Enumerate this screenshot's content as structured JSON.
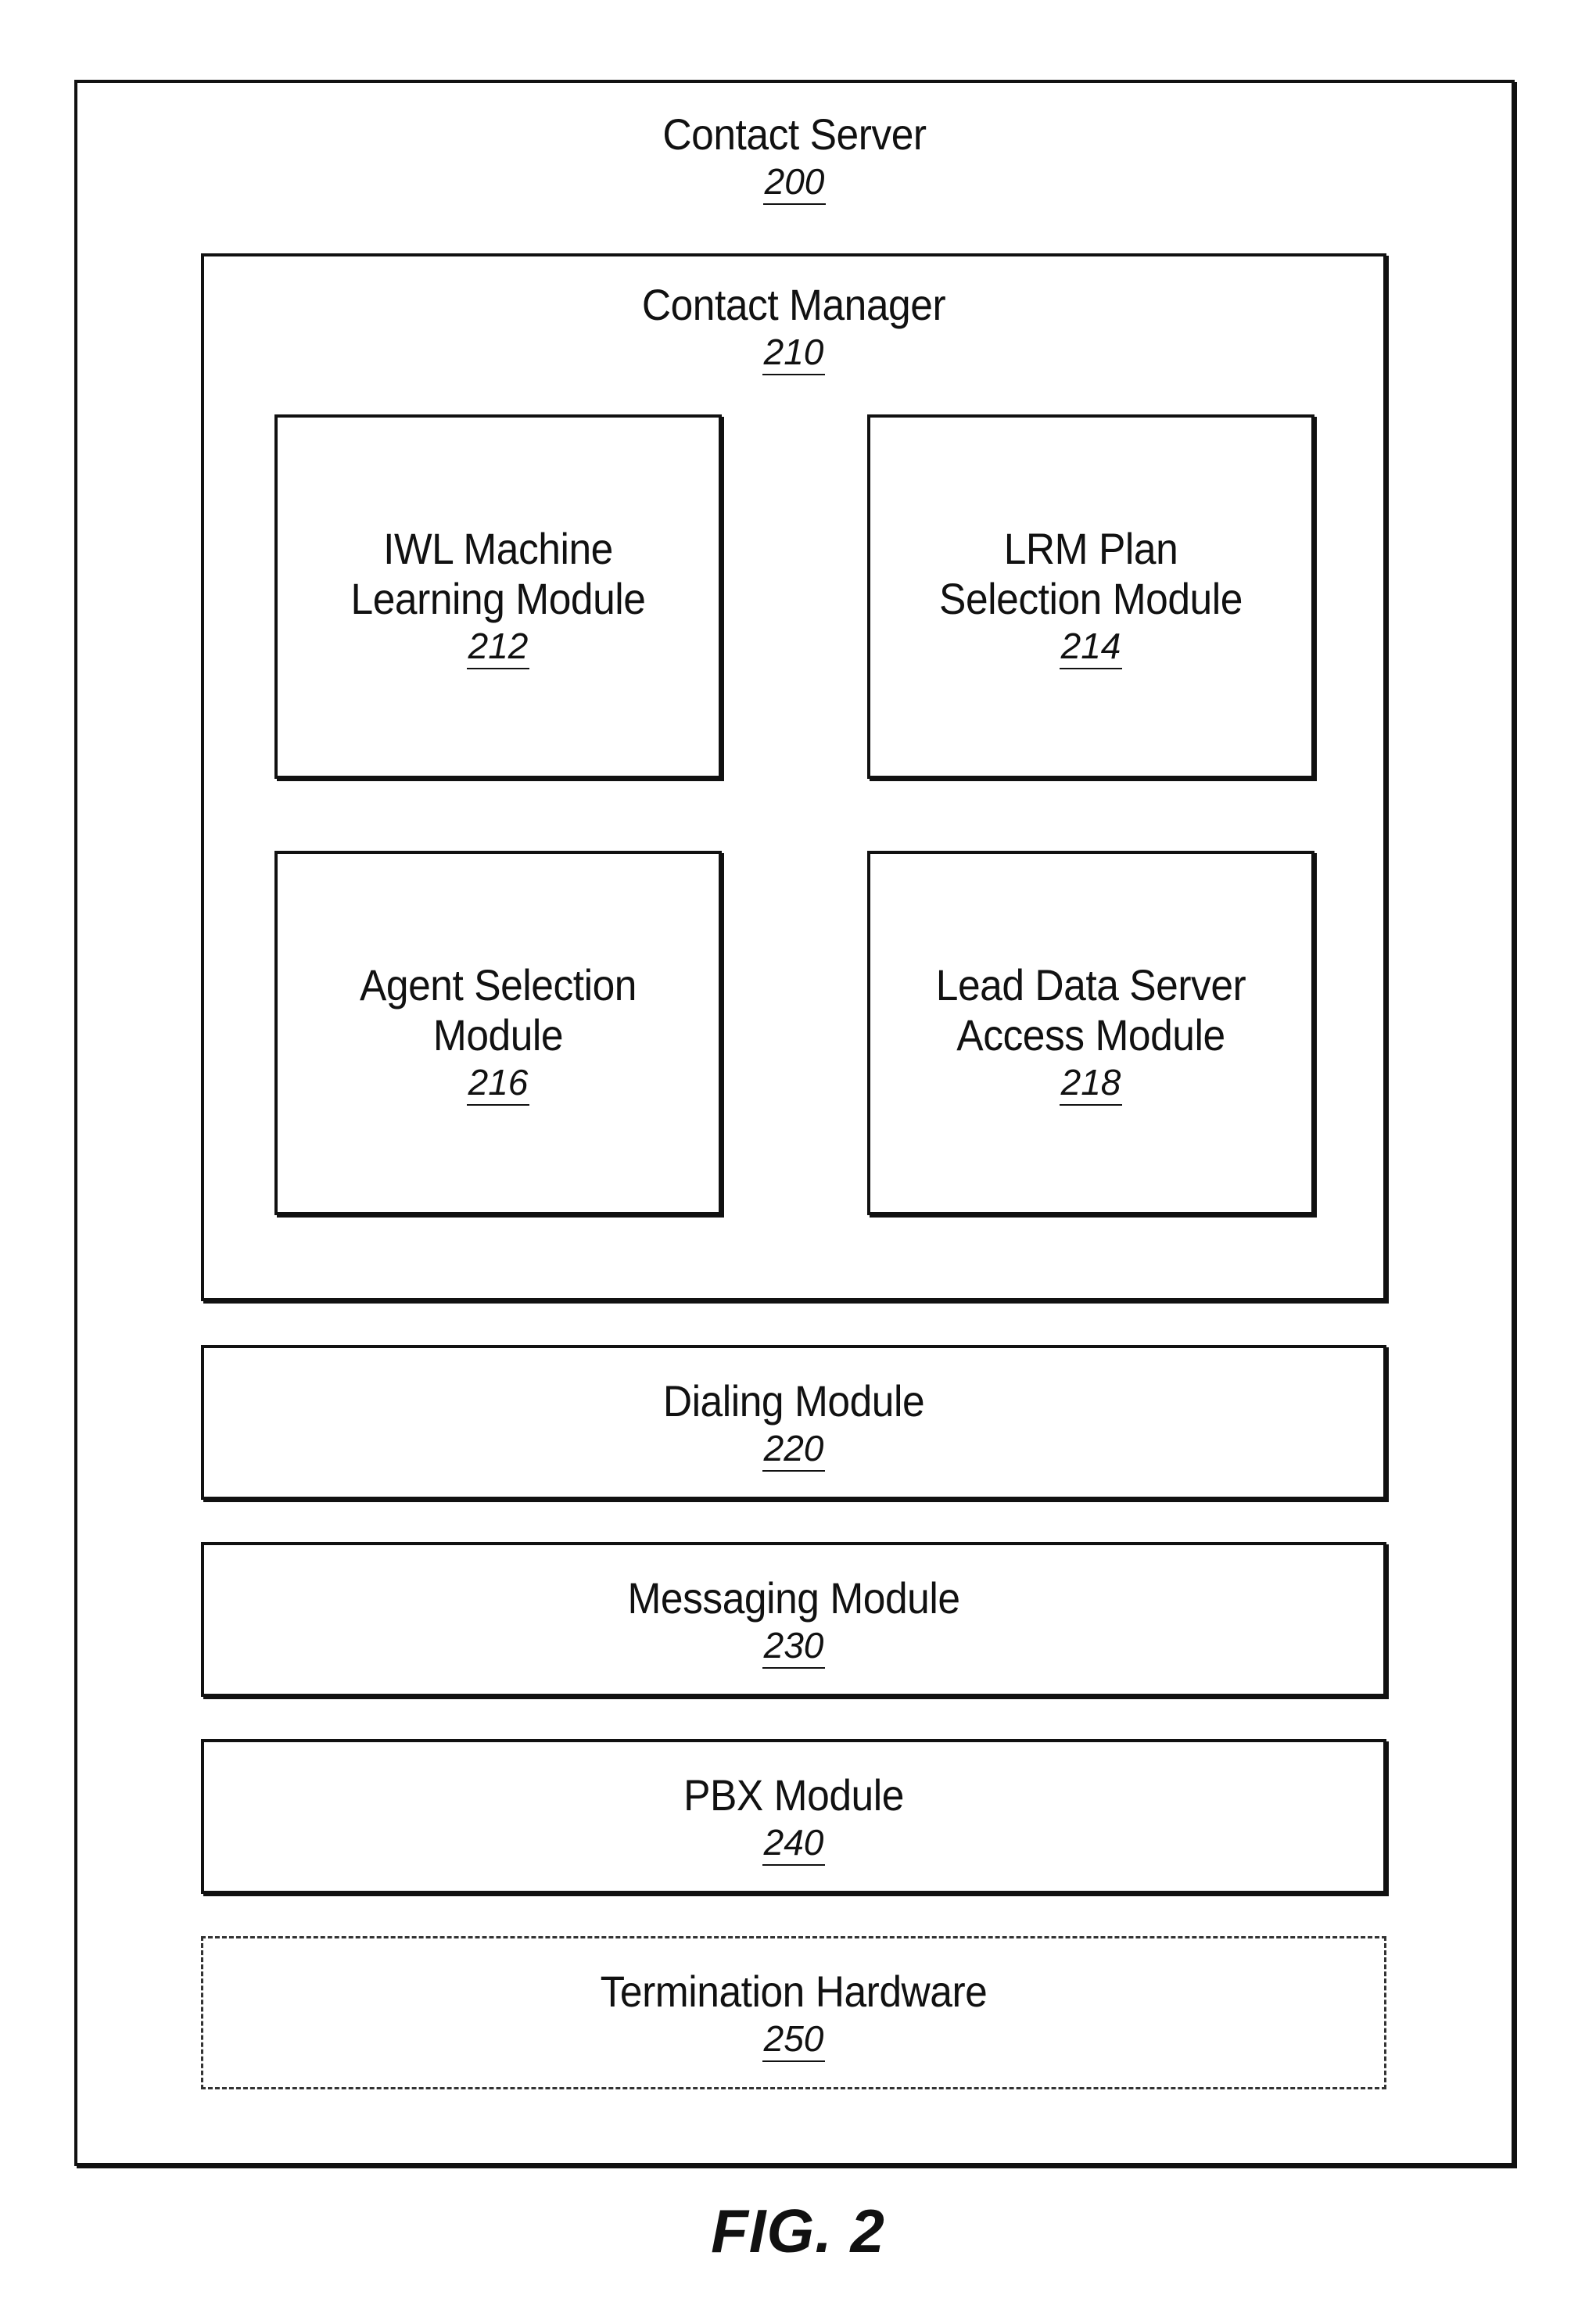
{
  "contact_server": {
    "title": "Contact Server",
    "ref": "200"
  },
  "contact_manager": {
    "title": "Contact Manager",
    "ref": "210"
  },
  "modules": {
    "iwl": {
      "line1": "IWL Machine",
      "line2": "Learning Module",
      "ref": "212"
    },
    "lrm": {
      "line1": "LRM Plan",
      "line2": "Selection Module",
      "ref": "214"
    },
    "agent": {
      "line1": "Agent Selection",
      "line2": "Module",
      "ref": "216"
    },
    "lead": {
      "line1": "Lead Data Server",
      "line2": "Access Module",
      "ref": "218"
    }
  },
  "dialing": {
    "title": "Dialing Module",
    "ref": "220"
  },
  "messaging": {
    "title": "Messaging Module",
    "ref": "230"
  },
  "pbx": {
    "title": "PBX Module",
    "ref": "240"
  },
  "termination": {
    "title": "Termination Hardware",
    "ref": "250"
  },
  "figure_caption": "FIG. 2"
}
